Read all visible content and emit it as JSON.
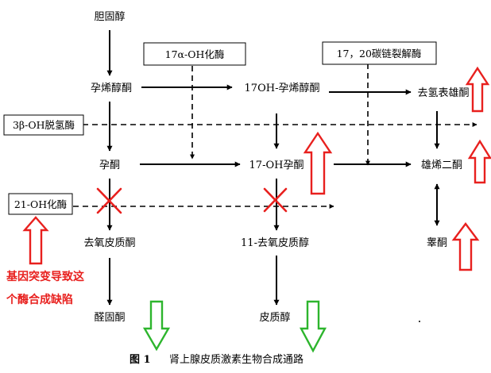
{
  "compounds": {
    "cholesterol": "胆固醇",
    "pregnenolone": "孕烯醇酮",
    "oh17_pregnenolone": "17OH-孕烯醇酮",
    "dhea": "去氢表雄酮",
    "progesterone": "孕酮",
    "oh17_progesterone": "17-OH孕酮",
    "androstenedione": "雄烯二酮",
    "deoxycorticosterone": "去氧皮质酮",
    "deoxycortisol": "11-去氧皮质醇",
    "testosterone": "睾酮",
    "aldosterone": "醛固酮",
    "cortisol": "皮质醇"
  },
  "enzymes": {
    "hydroxylase17": "17α-OH化酶",
    "lyase": "17，20碳链裂解酶",
    "dehydrogenase3b": "3β-OH脱氢酶",
    "hydroxylase21": "21-OH化酶"
  },
  "annotation": {
    "line1": "基因突变导致这",
    "line2": "个酶合成缺陷",
    "color": "#e8201e"
  },
  "caption": {
    "label": "图 1",
    "title": "肾上腺皮质激素生物合成通路"
  },
  "colors": {
    "up_arrow": "#e8201e",
    "down_arrow": "#2db52d",
    "cross": "#e8201e"
  }
}
